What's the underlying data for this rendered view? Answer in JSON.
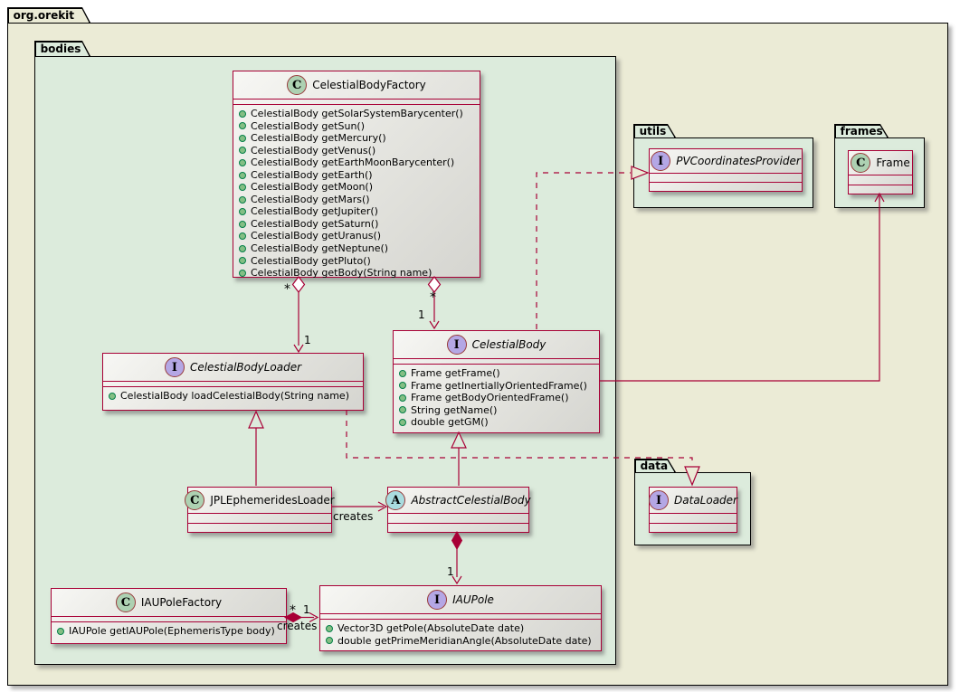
{
  "packages": {
    "orekit": {
      "label": "org.orekit"
    },
    "bodies": {
      "label": "bodies"
    },
    "utils": {
      "label": "utils"
    },
    "frames": {
      "label": "frames"
    },
    "data": {
      "label": "data"
    }
  },
  "classes": {
    "celestial_body_factory": {
      "icon": "C",
      "name": "CelestialBodyFactory",
      "methods": [
        "CelestialBody getSolarSystemBarycenter()",
        "CelestialBody getSun()",
        "CelestialBody getMercury()",
        "CelestialBody getVenus()",
        "CelestialBody getEarthMoonBarycenter()",
        "CelestialBody getEarth()",
        "CelestialBody getMoon()",
        "CelestialBody getMars()",
        "CelestialBody getJupiter()",
        "CelestialBody getSaturn()",
        "CelestialBody getUranus()",
        "CelestialBody getNeptune()",
        "CelestialBody getPluto()",
        "CelestialBody getBody(String name)"
      ]
    },
    "celestial_body_loader": {
      "icon": "I",
      "name": "CelestialBodyLoader",
      "methods": [
        "CelestialBody loadCelestialBody(String name)"
      ]
    },
    "celestial_body": {
      "icon": "I",
      "name": "CelestialBody",
      "methods": [
        "Frame getFrame()",
        "Frame getInertiallyOrientedFrame()",
        "Frame getBodyOrientedFrame()",
        "String getName()",
        "double getGM()"
      ]
    },
    "jpl_ephemerides_loader": {
      "icon": "C",
      "name": "JPLEphemeridesLoader",
      "methods": []
    },
    "abstract_celestial_body": {
      "icon": "A",
      "name": "AbstractCelestialBody",
      "methods": []
    },
    "iau_pole_factory": {
      "icon": "C",
      "name": "IAUPoleFactory",
      "methods": [
        "IAUPole getIAUPole(EphemerisType body)"
      ]
    },
    "iau_pole": {
      "icon": "I",
      "name": "IAUPole",
      "methods": [
        "Vector3D getPole(AbsoluteDate date)",
        "double getPrimeMeridianAngle(AbsoluteDate date)"
      ]
    },
    "pv_coordinates_provider": {
      "icon": "I",
      "name": "PVCoordinatesProvider",
      "methods": []
    },
    "frame": {
      "icon": "C",
      "name": "Frame",
      "methods": []
    },
    "data_loader": {
      "icon": "I",
      "name": "DataLoader",
      "methods": []
    }
  },
  "edges": {
    "factory_loader": {
      "source_multiplicity": "*",
      "target_multiplicity": "1"
    },
    "factory_body": {
      "source_multiplicity": "*",
      "target_multiplicity": "1"
    },
    "jpl_abstract": {
      "label": "creates"
    },
    "abstract_iaupole": {
      "target_multiplicity": "1"
    },
    "factory_iaupole": {
      "source_multiplicity": "*",
      "target_multiplicity": "1",
      "label": "creates"
    }
  },
  "colors": {
    "edge": "#A80036",
    "class_icon": "#ADD1B2",
    "interface_icon": "#B4A7E5",
    "abstract_icon": "#A9DCDF",
    "package_outer": "#EBEBD6",
    "package_inner": "#DCEBDC",
    "method_dot": "#84BE84"
  }
}
